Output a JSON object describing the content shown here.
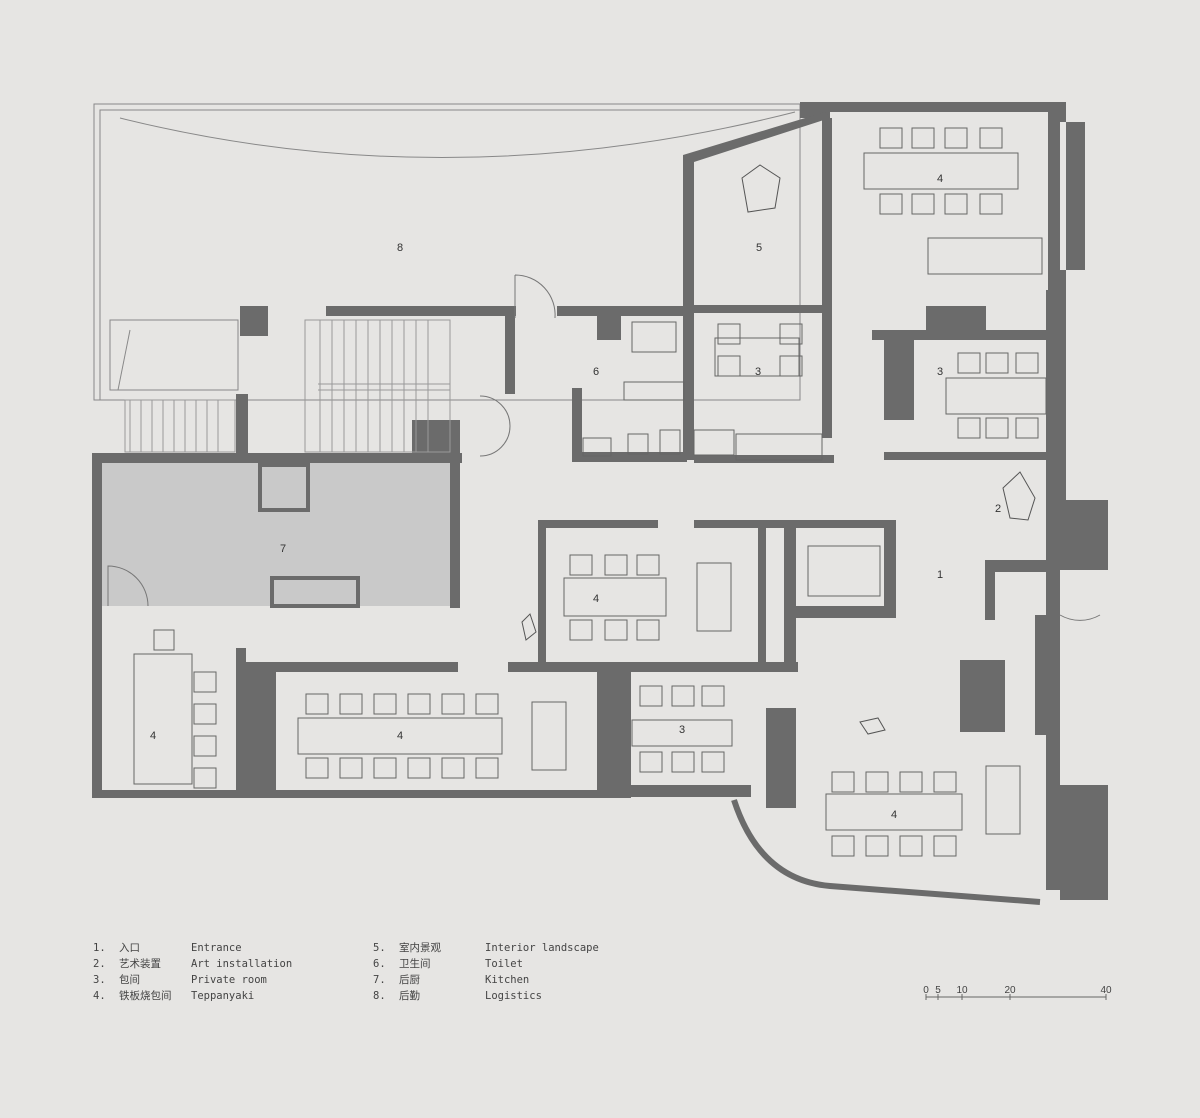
{
  "rooms": [
    {
      "id": "1",
      "label": "1"
    },
    {
      "id": "2",
      "label": "2"
    },
    {
      "id": "3a",
      "label": "3"
    },
    {
      "id": "3b",
      "label": "3"
    },
    {
      "id": "3c",
      "label": "3"
    },
    {
      "id": "4a",
      "label": "4"
    },
    {
      "id": "4b",
      "label": "4"
    },
    {
      "id": "4c",
      "label": "4"
    },
    {
      "id": "4d",
      "label": "4"
    },
    {
      "id": "4e",
      "label": "4"
    },
    {
      "id": "5",
      "label": "5"
    },
    {
      "id": "6",
      "label": "6"
    },
    {
      "id": "7",
      "label": "7"
    },
    {
      "id": "8",
      "label": "8"
    }
  ],
  "legend": [
    {
      "num": "1.",
      "zh": "入口",
      "en": "Entrance"
    },
    {
      "num": "2.",
      "zh": "艺术装置",
      "en": "Art installation"
    },
    {
      "num": "3.",
      "zh": "包间",
      "en": "Private room"
    },
    {
      "num": "4.",
      "zh": "铁板烧包间",
      "en": "Teppanyaki"
    },
    {
      "num": "5.",
      "zh": "室内景观",
      "en": "Interior landscape"
    },
    {
      "num": "6.",
      "zh": "卫生间",
      "en": "Toilet"
    },
    {
      "num": "7.",
      "zh": "后厨",
      "en": "Kitchen"
    },
    {
      "num": "8.",
      "zh": "后勤",
      "en": "Logistics"
    }
  ],
  "scale_bar": {
    "ticks": [
      "0",
      "5",
      "10",
      "20",
      "40"
    ]
  },
  "colors": {
    "background": "#e6e5e3",
    "wall": "#6b6b6b",
    "kitchen": "#c9c9c9",
    "line": "#777777"
  }
}
